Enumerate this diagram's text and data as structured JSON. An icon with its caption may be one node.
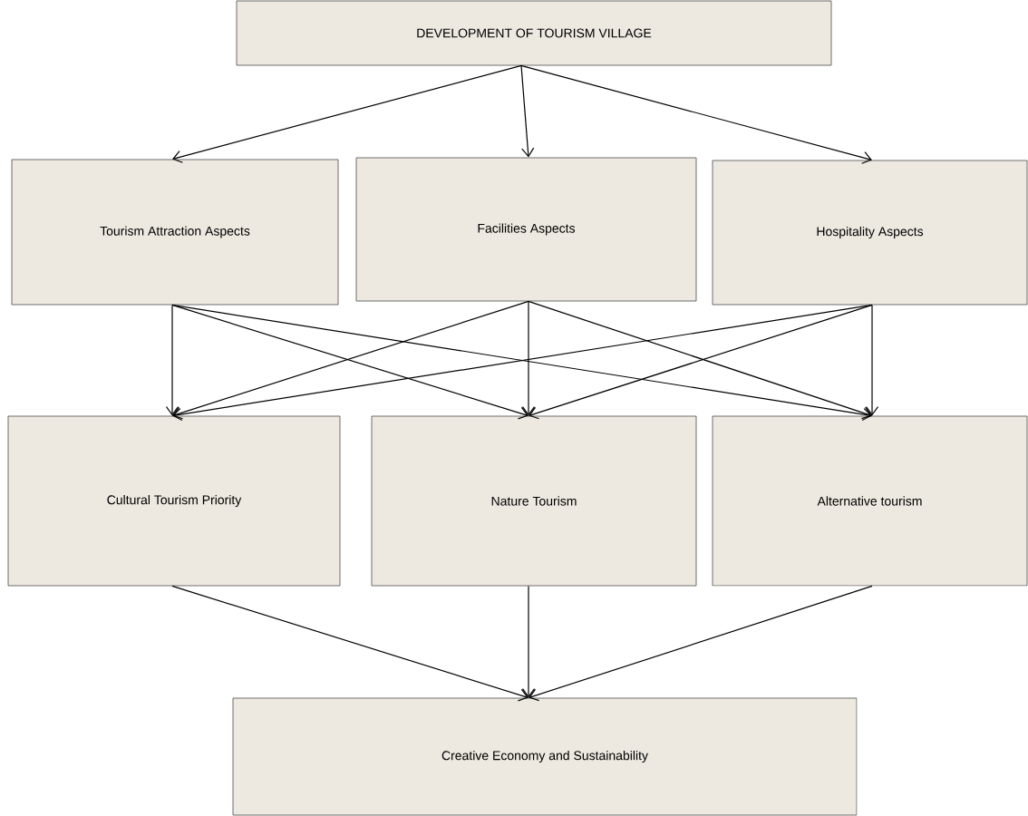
{
  "diagram": {
    "nodes": [
      {
        "text": [
          "DEVELOPMENT OF TOURISM VILLAGE"
        ]
      },
      {
        "text": [
          "Tourism Attraction Aspects"
        ]
      },
      {
        "text": [
          "Facilities Aspects"
        ]
      },
      {
        "text": [
          "Hospitality Aspects"
        ]
      },
      {
        "text": [
          "Cultural Tourism Priority"
        ]
      },
      {
        "text": [
          "Nature Tourism"
        ]
      },
      {
        "text": [
          "Alternative tourism"
        ]
      },
      {
        "text": [
          "Creative Economy and Sustainability"
        ]
      }
    ],
    "edges": [
      {
        "from": 0,
        "to": 1,
        "arrow": "to"
      },
      {
        "from": 0,
        "to": 2,
        "arrow": "to"
      },
      {
        "from": 0,
        "to": 3,
        "arrow": "to"
      },
      {
        "from": 1,
        "to": 4,
        "arrow": "to"
      },
      {
        "from": 1,
        "to": 5,
        "arrow": "to"
      },
      {
        "from": 1,
        "to": 6,
        "arrow": "to"
      },
      {
        "from": 2,
        "to": 4,
        "arrow": "to"
      },
      {
        "from": 2,
        "to": 5,
        "arrow": "to"
      },
      {
        "from": 2,
        "to": 6,
        "arrow": "to"
      },
      {
        "from": 3,
        "to": 4,
        "arrow": "to"
      },
      {
        "from": 3,
        "to": 5,
        "arrow": "to"
      },
      {
        "from": 3,
        "to": 6,
        "arrow": "to"
      },
      {
        "from": 4,
        "to": 7,
        "arrow": "to"
      },
      {
        "from": 5,
        "to": 7,
        "arrow": "to"
      },
      {
        "from": 6,
        "to": 7,
        "arrow": "to"
      }
    ]
  }
}
